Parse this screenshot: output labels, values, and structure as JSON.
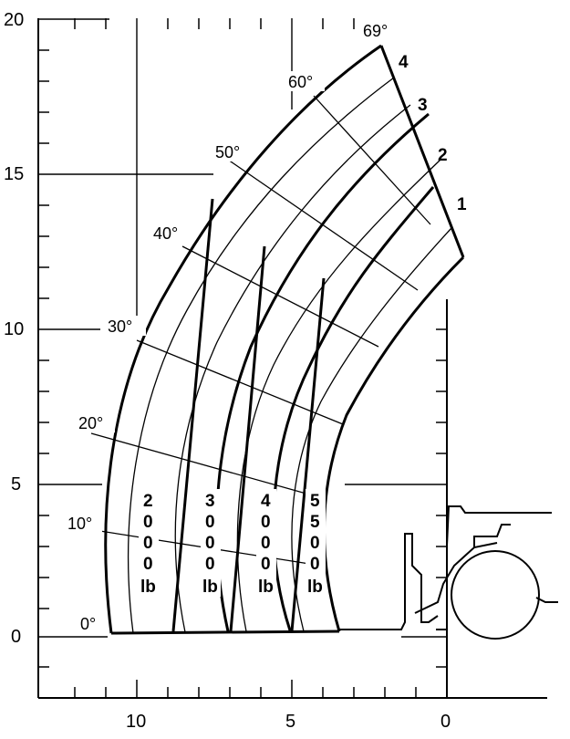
{
  "y_axis_labels": [
    "20",
    "15",
    "10",
    "5",
    "0"
  ],
  "x_axis_labels": [
    "10",
    "5",
    "0"
  ],
  "angle_labels": [
    "69°",
    "60°",
    "50°",
    "40°",
    "30°",
    "20°",
    "10°",
    "0°"
  ],
  "extension_labels": [
    "4",
    "3",
    "2",
    "1"
  ],
  "capacity_columns": [
    {
      "digits": [
        "2",
        "0",
        "0",
        "0"
      ],
      "unit": "lb"
    },
    {
      "digits": [
        "3",
        "0",
        "0",
        "0"
      ],
      "unit": "lb"
    },
    {
      "digits": [
        "4",
        "0",
        "0",
        "0"
      ],
      "unit": "lb"
    },
    {
      "digits": [
        "5",
        "5",
        "0",
        "0"
      ],
      "unit": "lb"
    }
  ]
}
